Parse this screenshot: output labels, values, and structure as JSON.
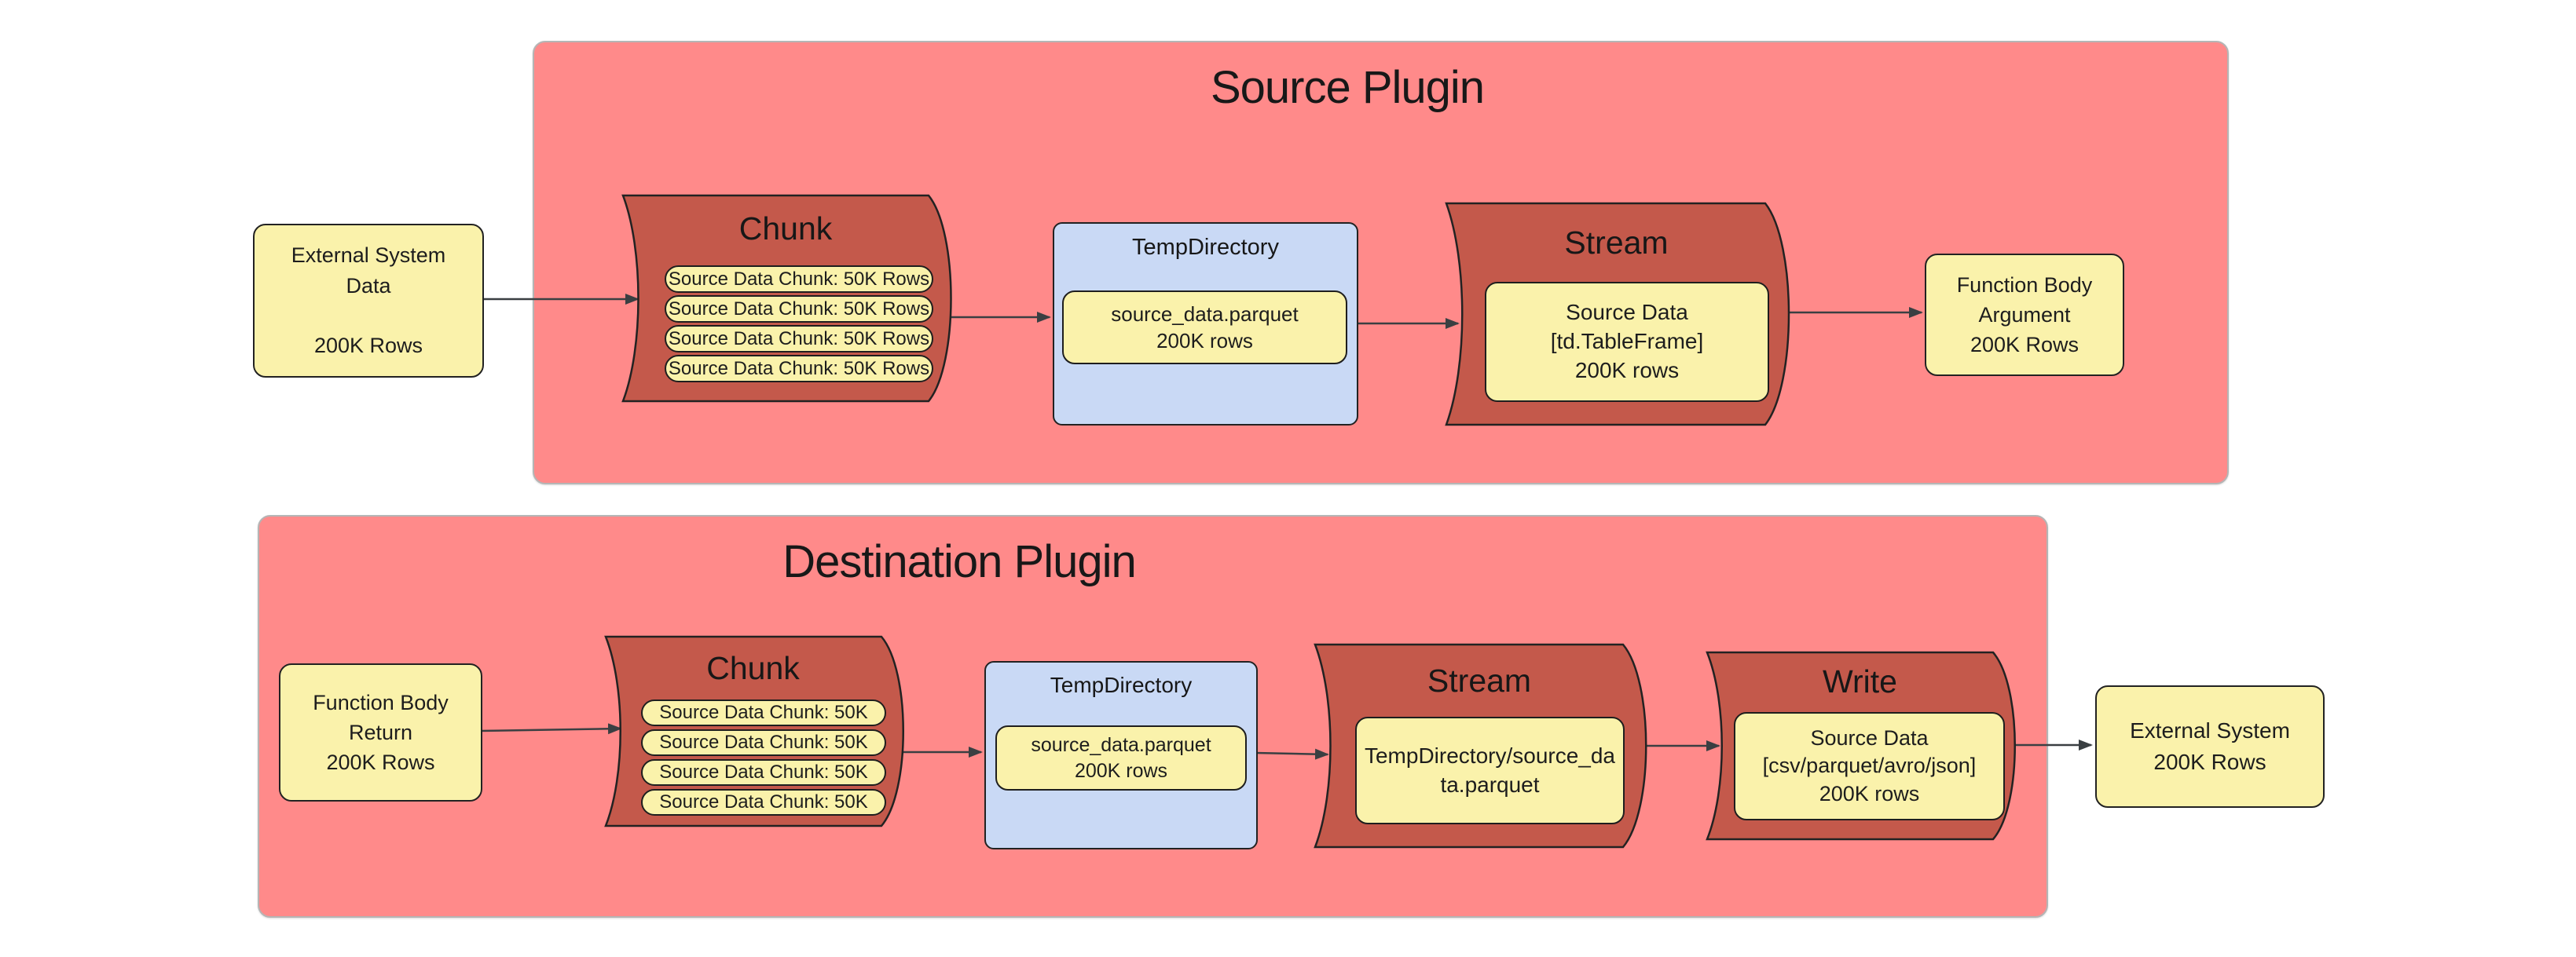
{
  "colors": {
    "cluster_fill": "#ff8a8a",
    "shape_fill": "#c4594b",
    "node_yellow": "#faf2ab",
    "temp_blue": "#c9d9f5",
    "stroke": "#222222",
    "arrow": "#3a3f42"
  },
  "source_plugin": {
    "title": "Source Plugin",
    "external_data_label": "External System\nData\n\n200K Rows",
    "chunk": {
      "title": "Chunk",
      "pills": [
        "Source Data Chunk: 50K Rows",
        "Source Data Chunk: 50K Rows",
        "Source Data Chunk: 50K Rows",
        "Source Data Chunk: 50K Rows"
      ]
    },
    "temp_directory": {
      "title": "TempDirectory",
      "file_label": "source_data.parquet\n200K rows"
    },
    "stream": {
      "title": "Stream",
      "content_label": "Source Data\n[td.TableFrame]\n200K rows"
    },
    "function_body_argument_label": "Function Body\nArgument\n200K Rows"
  },
  "destination_plugin": {
    "title": "Destination Plugin",
    "function_body_return_label": "Function Body\nReturn\n200K Rows",
    "chunk": {
      "title": "Chunk",
      "pills": [
        "Source Data Chunk: 50K",
        "Source Data Chunk: 50K",
        "Source Data Chunk: 50K",
        "Source Data Chunk: 50K"
      ]
    },
    "temp_directory": {
      "title": "TempDirectory",
      "file_label": "source_data.parquet\n200K rows"
    },
    "stream": {
      "title": "Stream",
      "content_label": "TempDirectory/source_data.parquet"
    },
    "write": {
      "title": "Write",
      "content_label": "Source Data\n[csv/parquet/avro/json]\n200K rows"
    },
    "external_system_label": "External System\n200K Rows"
  },
  "edges": [
    {
      "from": "external-system-data",
      "to": "source-chunk"
    },
    {
      "from": "source-chunk",
      "to": "source-temp-directory"
    },
    {
      "from": "source-temp-directory",
      "to": "source-stream"
    },
    {
      "from": "source-stream",
      "to": "function-body-argument"
    },
    {
      "from": "function-body-return",
      "to": "destination-chunk"
    },
    {
      "from": "destination-chunk",
      "to": "destination-temp-directory"
    },
    {
      "from": "destination-temp-directory",
      "to": "destination-stream"
    },
    {
      "from": "destination-stream",
      "to": "write"
    },
    {
      "from": "write",
      "to": "external-system"
    }
  ]
}
